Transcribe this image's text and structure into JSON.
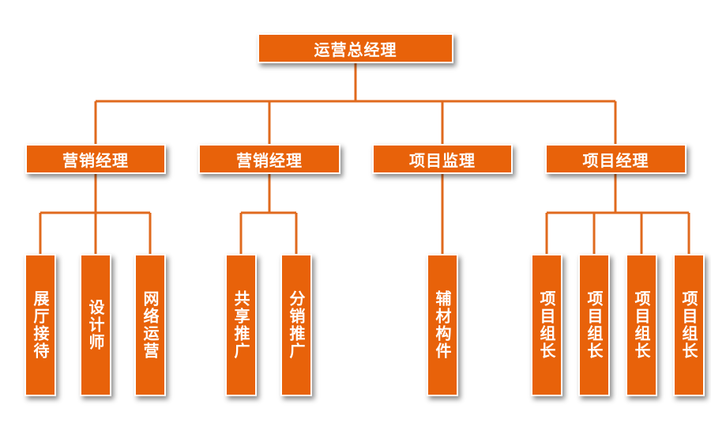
{
  "colors": {
    "box_fill": "#e8620a",
    "line": "#e06a1e",
    "text": "#ffffff"
  },
  "root": {
    "label": "运营总经理"
  },
  "level1": [
    {
      "label": "营销经理"
    },
    {
      "label": "营销经理"
    },
    {
      "label": "项目监理"
    },
    {
      "label": "项目经理"
    }
  ],
  "level2": [
    {
      "label": "展厅接待"
    },
    {
      "label": "设计师"
    },
    {
      "label": "网络运营"
    },
    {
      "label": "共享推广"
    },
    {
      "label": "分销推广"
    },
    {
      "label": "辅材构件"
    },
    {
      "label": "项目组长"
    },
    {
      "label": "项目组长"
    },
    {
      "label": "项目组长"
    },
    {
      "label": "项目组长"
    }
  ]
}
